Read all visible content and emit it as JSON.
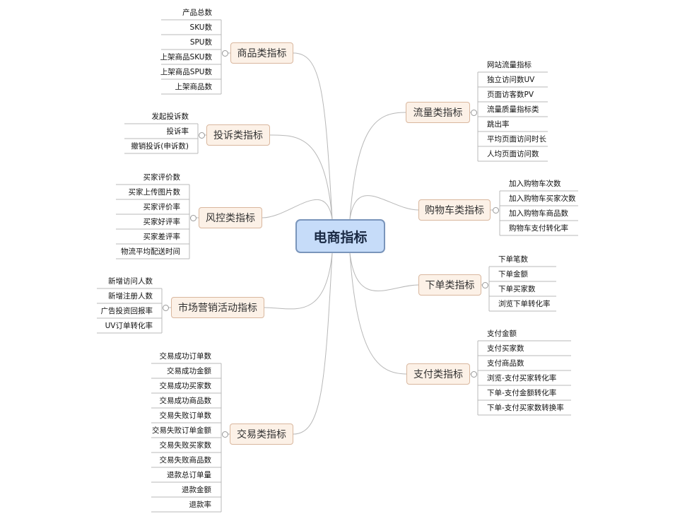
{
  "root": {
    "label": "电商指标"
  },
  "branches": {
    "product": {
      "label": "商品类指标",
      "items": [
        "产品总数",
        "SKU数",
        "SPU数",
        "上架商品SKU数",
        "上架商品SPU数",
        "上架商品数"
      ]
    },
    "complaint": {
      "label": "投诉类指标",
      "items": [
        "发起投诉数",
        "投诉率",
        "撤销投诉(申诉数)"
      ]
    },
    "risk": {
      "label": "风控类指标",
      "items": [
        "买家评价数",
        "买家上传图片数",
        "买家评价率",
        "买家好评率",
        "买家差评率",
        "物流平均配送时间"
      ]
    },
    "marketing": {
      "label": "市场营销活动指标",
      "items": [
        "新增访问人数",
        "新增注册人数",
        "广告投资回报率",
        "UV订单转化率"
      ]
    },
    "trade": {
      "label": "交易类指标",
      "items": [
        "交易成功订单数",
        "交易成功金额",
        "交易成功买家数",
        "交易成功商品数",
        "交易失败订单数",
        "交易失败订单金额",
        "交易失败买家数",
        "交易失败商品数",
        "退款总订单量",
        "退款金额",
        "退款率"
      ]
    },
    "traffic": {
      "label": "流量类指标",
      "items": [
        "网站流量指标",
        "独立访问数UV",
        "页面访客数PV",
        "流量质量指标类",
        "跳出率",
        "平均页面访问时长",
        "人均页面访问数"
      ]
    },
    "cart": {
      "label": "购物车类指标",
      "items": [
        "加入购物车次数",
        "加入购物车买家次数",
        "加入购物车商品数",
        "购物车支付转化率"
      ]
    },
    "order": {
      "label": "下单类指标",
      "items": [
        "下单笔数",
        "下单金额",
        "下单买家数",
        "浏览下单转化率"
      ]
    },
    "payment": {
      "label": "支付类指标",
      "items": [
        "支付金额",
        "支付买家数",
        "支付商品数",
        "浏览-支付买家转化率",
        "下单-支付金额转化率",
        "下单-支付买家数转换率"
      ]
    }
  },
  "colors": {
    "root_fill": "#c6dcf9",
    "root_border": "#7a95bb",
    "branch_fill": "#fcf1e7",
    "branch_border": "#d9b79e",
    "line": "#b8b8b8"
  }
}
